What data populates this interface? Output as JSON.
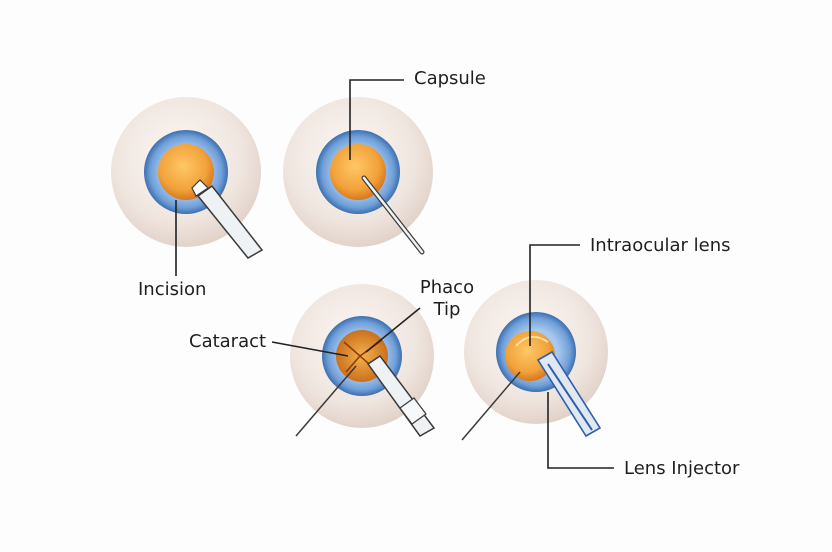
{
  "labels": {
    "capsule": "Capsule",
    "incision": "Incision",
    "phaco_tip_line1": "Phaco",
    "phaco_tip_line2": "Tip",
    "cataract": "Cataract",
    "intraocular_lens": "Intraocular lens",
    "lens_injector": "Lens Injector"
  },
  "colors": {
    "sclera": "#f1e9e4",
    "iris": "#6f9fd8",
    "iris_rim": "#3d6fb0",
    "lens": "#f2a23a",
    "lens_dark": "#d9781c",
    "instrument": "#e7ecef",
    "instrument_edge": "#3a3a3a",
    "leader_line": "#222222",
    "injector": "#2f5fa8"
  }
}
